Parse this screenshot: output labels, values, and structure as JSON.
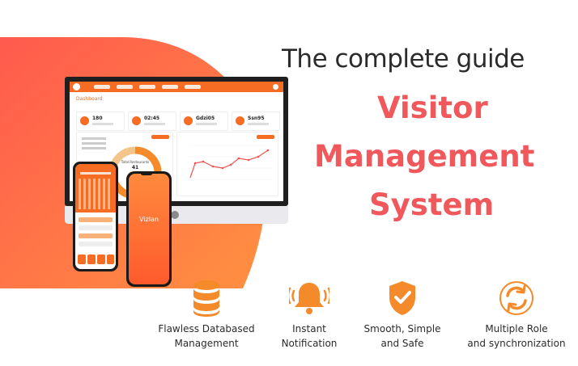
{
  "headline": {
    "guide": "The complete guide",
    "line1": "Visitor",
    "line2": "Management",
    "line3": "System"
  },
  "brand": {
    "accent": "#f1585c",
    "orange": "#f56c22",
    "phone_app_name": "Vizlan"
  },
  "dashboard": {
    "section_title": "Dashboard",
    "stats": [
      {
        "value": "180",
        "icon": "user-icon"
      },
      {
        "value": "02:45",
        "icon": "clock-icon"
      },
      {
        "value": "Gdzi05",
        "icon": "id-card-icon"
      },
      {
        "value": "Ssn95",
        "icon": "building-icon"
      }
    ],
    "donut_label": "Total Restaurants",
    "donut_value": "41"
  },
  "features": [
    {
      "icon": "database-icon",
      "line1": "Flawless Databased",
      "line2": "Management"
    },
    {
      "icon": "bell-icon",
      "line1": "Instant",
      "line2": "Notification"
    },
    {
      "icon": "shield-check-icon",
      "line1": "Smooth, Simple",
      "line2": "and Safe"
    },
    {
      "icon": "sync-icon",
      "line1": "Multiple Role",
      "line2": "and synchronization"
    }
  ]
}
